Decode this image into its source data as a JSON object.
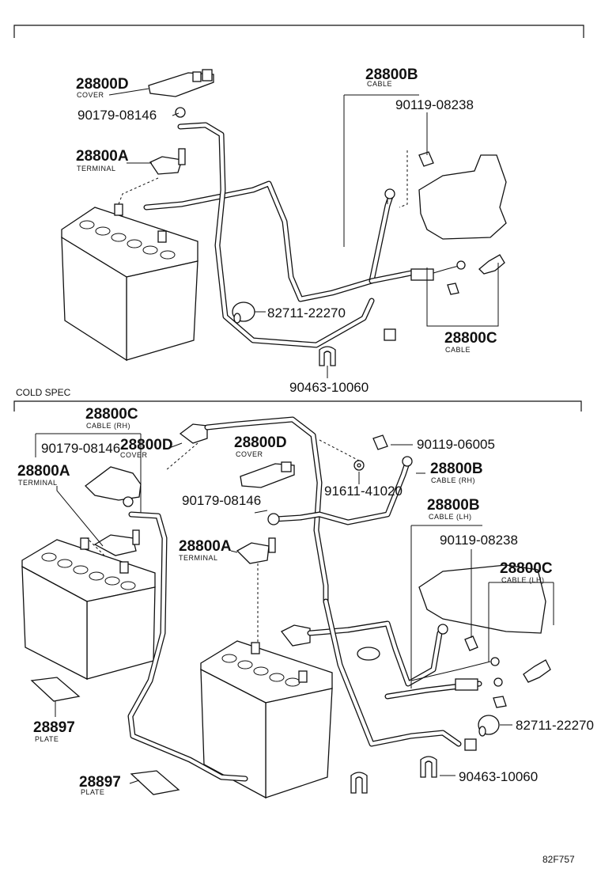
{
  "sections": {
    "cold_spec": "COLD SPEC"
  },
  "figure_code": "82F757",
  "top": {
    "cover_d": {
      "number": "28800D",
      "name": "COVER"
    },
    "bolt_146": {
      "number": "90179-08146"
    },
    "terminal_a": {
      "number": "28800A",
      "name": "TERMINAL"
    },
    "cable_b": {
      "number": "28800B",
      "name": "CABLE"
    },
    "bolt_238": {
      "number": "90119-08238"
    },
    "clamp_270": {
      "number": "82711-22270"
    },
    "cable_c": {
      "number": "28800C",
      "name": "CABLE"
    },
    "clip_060": {
      "number": "90463-10060"
    }
  },
  "bottom": {
    "cable_c_rh": {
      "number": "28800C",
      "name": "CABLE (RH)"
    },
    "bolt_146_a": {
      "number": "90179-08146"
    },
    "cover_d_1": {
      "number": "28800D",
      "name": "COVER"
    },
    "terminal_a_1": {
      "number": "28800A",
      "name": "TERMINAL"
    },
    "cover_d_2": {
      "number": "28800D",
      "name": "COVER"
    },
    "bolt_146_b": {
      "number": "90179-08146"
    },
    "bolt_005": {
      "number": "90119-06005"
    },
    "washer_020": {
      "number": "91611-41020"
    },
    "cable_b_rh": {
      "number": "28800B",
      "name": "CABLE (RH)"
    },
    "cable_b_lh": {
      "number": "28800B",
      "name": "CABLE (LH)"
    },
    "bolt_238": {
      "number": "90119-08238"
    },
    "terminal_a_2": {
      "number": "28800A",
      "name": "TERMINAL"
    },
    "cable_c_lh": {
      "number": "28800C",
      "name": "CABLE (LH)"
    },
    "plate_1": {
      "number": "28897",
      "name": "PLATE"
    },
    "plate_2": {
      "number": "28897",
      "name": "PLATE"
    },
    "clamp_270": {
      "number": "82711-22270"
    },
    "clip_060": {
      "number": "90463-10060"
    }
  }
}
